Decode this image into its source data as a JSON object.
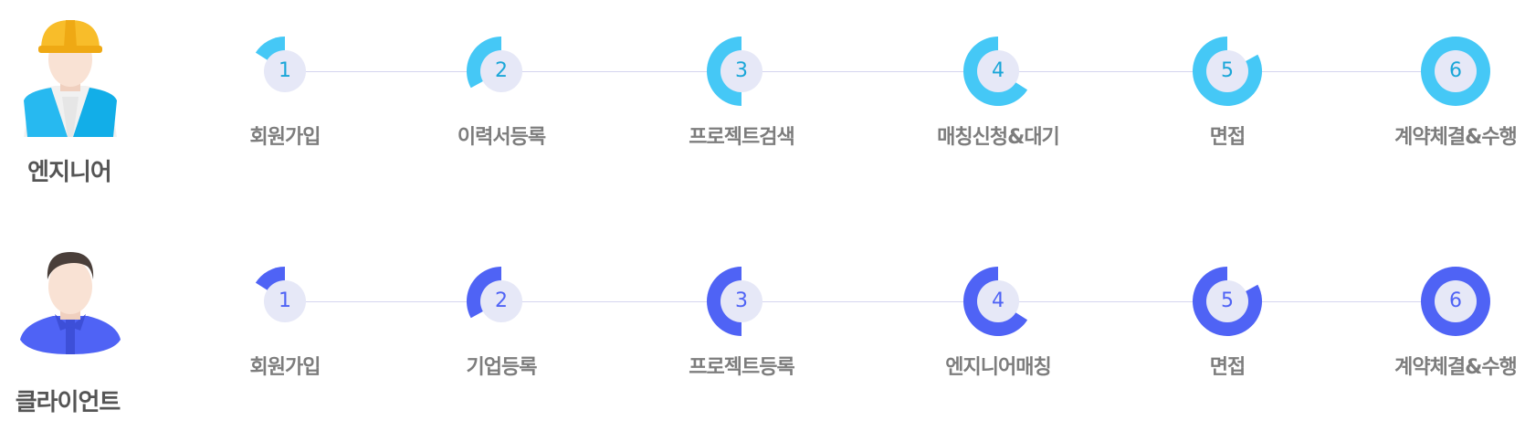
{
  "rows": [
    {
      "id": "engineer",
      "role": "엔지니어",
      "color": "#45c8f6",
      "num_color": "#1aa6d8",
      "disc_color": "#e6e8f7",
      "steps": [
        {
          "num": "1",
          "label": "회원가입",
          "fill": 0.16
        },
        {
          "num": "2",
          "label": "이력서등록",
          "fill": 0.33
        },
        {
          "num": "3",
          "label": "프로젝트검색",
          "fill": 0.5
        },
        {
          "num": "4",
          "label": "매칭신청&대기",
          "fill": 0.66
        },
        {
          "num": "5",
          "label": "면접",
          "fill": 0.83
        },
        {
          "num": "6",
          "label": "계약체결&수행",
          "fill": 1.0
        }
      ]
    },
    {
      "id": "client",
      "role": "클라이언트",
      "color": "#4f63f5",
      "num_color": "#4f63f5",
      "disc_color": "#e6e8f7",
      "steps": [
        {
          "num": "1",
          "label": "회원가입",
          "fill": 0.16
        },
        {
          "num": "2",
          "label": "기업등록",
          "fill": 0.33
        },
        {
          "num": "3",
          "label": "프로젝트등록",
          "fill": 0.5
        },
        {
          "num": "4",
          "label": "엔지니어매칭",
          "fill": 0.66
        },
        {
          "num": "5",
          "label": "면접",
          "fill": 0.83
        },
        {
          "num": "6",
          "label": "계약체결&수행",
          "fill": 1.0
        }
      ]
    }
  ],
  "avatar_colors": {
    "helmet": "#f8bd2a",
    "helmet_shade": "#efa914",
    "skin": "#f9e2d4",
    "engineer_vest": "#27b9f0",
    "shirt": "#f1f1f1",
    "client_shirt": "#4f63f5",
    "client_hair": "#4a3f3a"
  }
}
